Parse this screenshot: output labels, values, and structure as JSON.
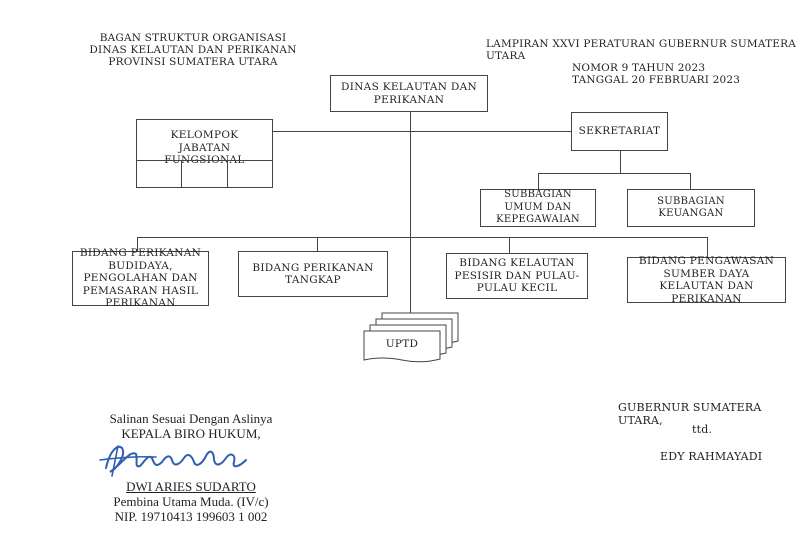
{
  "header_left": {
    "line1": "BAGAN STRUKTUR ORGANISASI",
    "line2": "DINAS KELAUTAN DAN PERIKANAN",
    "line3": "PROVINSI SUMATERA UTARA"
  },
  "header_right": {
    "line1": "LAMPIRAN XXVI  PERATURAN GUBERNUR SUMATERA UTARA",
    "line2": "NOMOR    9  TAHUN 2023",
    "line3": "TANGGAL   20 FEBRUARI 2023"
  },
  "org": {
    "head": "DINAS KELAUTAN DAN PERIKANAN",
    "kjf": "KELOMPOK JABATAN FUNGSIONAL",
    "sekretariat": "SEKRETARIAT",
    "sub_umum": "SUBBAGIAN UMUM DAN KEPEGAWAIAN",
    "sub_keuangan": "SUBBAGIAN KEUANGAN",
    "bid1": "BIDANG PERIKANAN BUDIDAYA, PENGOLAHAN DAN PEMASARAN HASIL PERIKANAN",
    "bid2": "BIDANG PERIKANAN TANGKAP",
    "bid3": "BIDANG KELAUTAN PESISIR DAN PULAU-PULAU KECIL",
    "bid4": "BIDANG PENGAWASAN SUMBER DAYA KELAUTAN DAN PERIKANAN",
    "uptd": "UPTD"
  },
  "sign_left": {
    "line1": "Salinan Sesuai Dengan Aslinya",
    "line2": "KEPALA BIRO HUKUM,",
    "name": "DWI ARIES SUDARTO",
    "rank": "Pembina Utama Muda.  (IV/c)",
    "nip": "NIP. 19710413 199603 1 002"
  },
  "sign_right": {
    "title": "GUBERNUR SUMATERA UTARA,",
    "ttd": "ttd.",
    "name": "EDY RAHMAYADI"
  }
}
